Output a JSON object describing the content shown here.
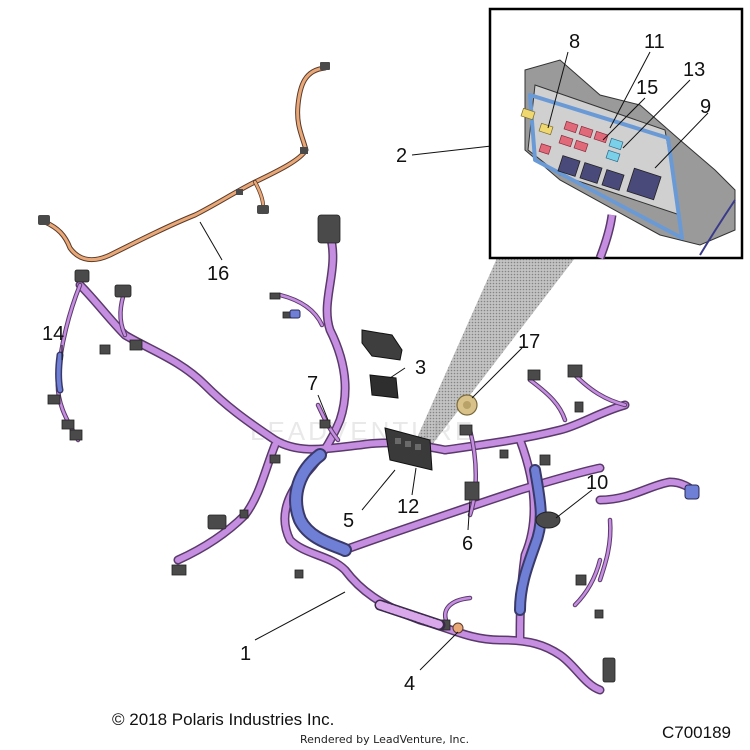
{
  "diagram": {
    "callouts": [
      {
        "id": "1",
        "label": "1"
      },
      {
        "id": "2",
        "label": "2"
      },
      {
        "id": "3",
        "label": "3"
      },
      {
        "id": "4",
        "label": "4"
      },
      {
        "id": "5",
        "label": "5"
      },
      {
        "id": "6",
        "label": "6"
      },
      {
        "id": "7",
        "label": "7"
      },
      {
        "id": "8",
        "label": "8"
      },
      {
        "id": "9",
        "label": "9"
      },
      {
        "id": "10",
        "label": "10"
      },
      {
        "id": "11",
        "label": "11"
      },
      {
        "id": "12",
        "label": "12"
      },
      {
        "id": "13",
        "label": "13"
      },
      {
        "id": "14",
        "label": "14"
      },
      {
        "id": "15",
        "label": "15"
      },
      {
        "id": "16",
        "label": "16"
      },
      {
        "id": "17",
        "label": "17"
      }
    ],
    "colors": {
      "harness_purple": "#c58ee0",
      "harness_outline": "#5a3a6a",
      "harness_blue": "#6f7fd6",
      "harness_orange": "#e8a878",
      "connector_gray": "#4a4a4a",
      "inset_border": "#000000",
      "cone_gray": "#9a9a9a"
    }
  },
  "footer": {
    "copyright": "© 2018 Polaris Industries Inc.",
    "rendered_by": "Rendered by LeadVenture, Inc.",
    "code": "C700189"
  }
}
